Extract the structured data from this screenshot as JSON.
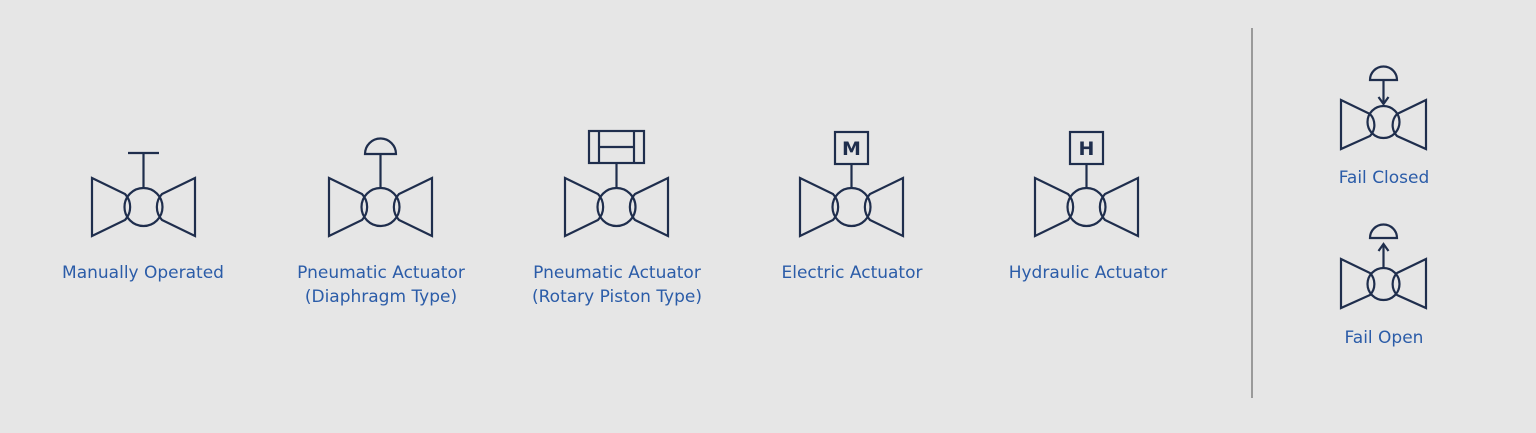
{
  "colors": {
    "background": "#e6e6e6",
    "symbol_stroke": "#1f2e4d",
    "label_text": "#2b5ca8",
    "divider": "#9a9a9a"
  },
  "actuators": [
    {
      "icon": "manual-valve-icon",
      "label_line1": "Manually Operated",
      "label_line2": ""
    },
    {
      "icon": "pneumatic-diaphragm-valve-icon",
      "label_line1": "Pneumatic Actuator",
      "label_line2": "(Diaphragm Type)"
    },
    {
      "icon": "pneumatic-rotary-piston-valve-icon",
      "label_line1": "Pneumatic Actuator",
      "label_line2": "(Rotary Piston Type)"
    },
    {
      "icon": "electric-valve-icon",
      "label_line1": "Electric Actuator",
      "label_line2": "",
      "symbol_letter": "M"
    },
    {
      "icon": "hydraulic-valve-icon",
      "label_line1": "Hydraulic Actuator",
      "label_line2": "",
      "symbol_letter": "H"
    }
  ],
  "fail_modes": [
    {
      "icon": "fail-closed-valve-icon",
      "label": "Fail Closed"
    },
    {
      "icon": "fail-open-valve-icon",
      "label": "Fail Open"
    }
  ]
}
